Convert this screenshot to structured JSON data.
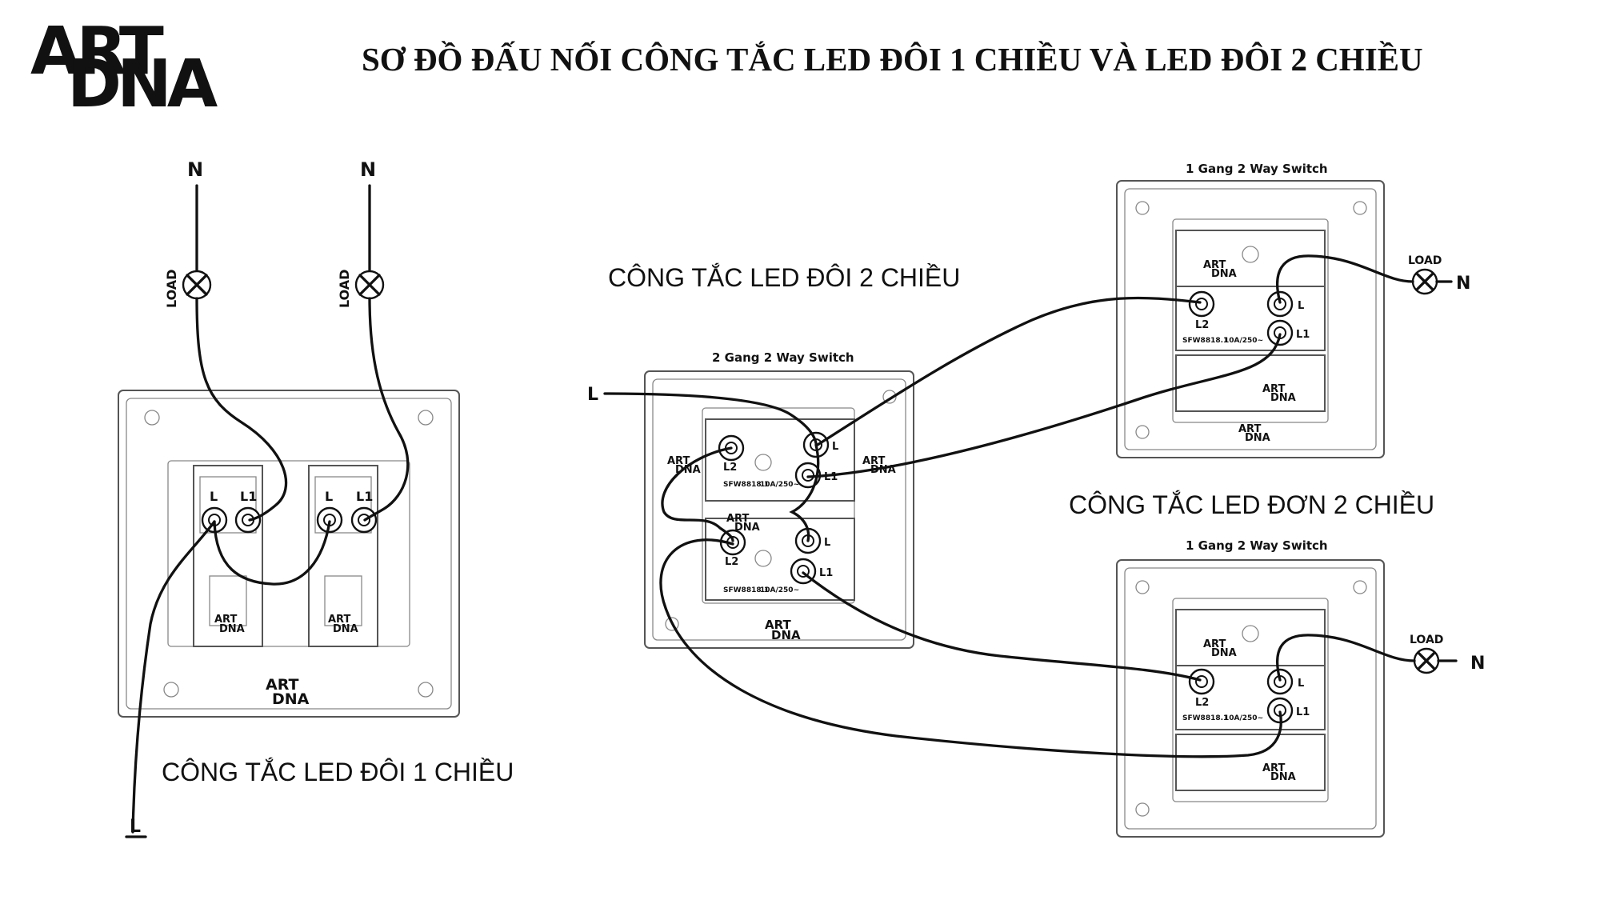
{
  "logo": {
    "line1": "ART",
    "line2": "DNA"
  },
  "title": "SƠ ĐỒ ĐẤU NỐI CÔNG TẮC LED ĐÔI 1 CHIỀU VÀ LED ĐÔI 2 CHIỀU",
  "captions": {
    "led_doi_1_chieu": "CÔNG TẮC LED ĐÔI 1 CHIỀU",
    "led_doi_2_chieu": "CÔNG TẮC LED ĐÔI 2 CHIỀU",
    "led_don_2_chieu": "CÔNG TẮC LED ĐƠN 2 CHIỀU"
  },
  "switch_titles": {
    "two_gang_two_way": "2 Gang 2 Way Switch",
    "one_gang_two_way_top": "1 Gang 2 Way Switch",
    "one_gang_two_way_bottom": "1 Gang 2 Way Switch"
  },
  "labels": {
    "neutral": "N",
    "live": "L",
    "load": "LOAD",
    "terminal_l": "L",
    "terminal_l1": "L1",
    "terminal_l2": "L2",
    "brand_mark_1": "ART",
    "brand_mark_2": "DNA",
    "rating": "10A/250~",
    "model": "SFW8818.1"
  },
  "colors": {
    "wire": "#111111",
    "plate": "#555555",
    "background": "#ffffff"
  }
}
